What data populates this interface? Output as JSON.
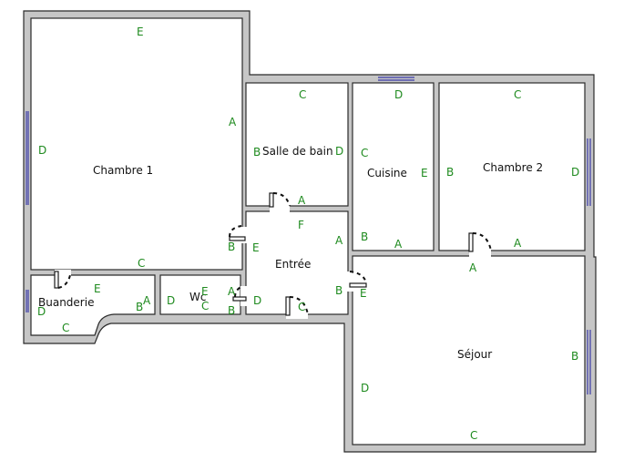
{
  "rooms": {
    "chambre1": "Chambre 1",
    "salle_de_bain": "Salle de bain",
    "cuisine": "Cuisine",
    "chambre2": "Chambre 2",
    "entree": "Entrée",
    "buanderie": "Buanderie",
    "wc": "Wc",
    "sejour": "Séjour"
  },
  "wall_letters": {
    "chambre1": {
      "top": "E",
      "left": "D",
      "right": "A",
      "bottom": "C"
    },
    "salle_de_bain": {
      "top": "C",
      "left": "B",
      "right": "D",
      "bottom": "A"
    },
    "cuisine": {
      "top": "D",
      "left": "C",
      "right": "E",
      "bottom": "A",
      "bottom_left": "B"
    },
    "chambre2": {
      "top": "C",
      "left": "B",
      "right": "D",
      "bottom": "A"
    },
    "entree": {
      "top": "F",
      "left": "E",
      "right": "A",
      "right_lower": "B",
      "bottom_left": "D",
      "bottom": "C",
      "left_upper": "B",
      "left_lower": "A",
      "left_bottom": "B"
    },
    "buanderie": {
      "top": "E",
      "right": "A",
      "right_lower": "B",
      "left": "D",
      "bottom": "C"
    },
    "wc": {
      "left": "D",
      "top": "E",
      "bottom": "C"
    },
    "sejour": {
      "top": "A",
      "left_top": "E",
      "right": "B",
      "left": "D",
      "bottom": "C"
    }
  }
}
